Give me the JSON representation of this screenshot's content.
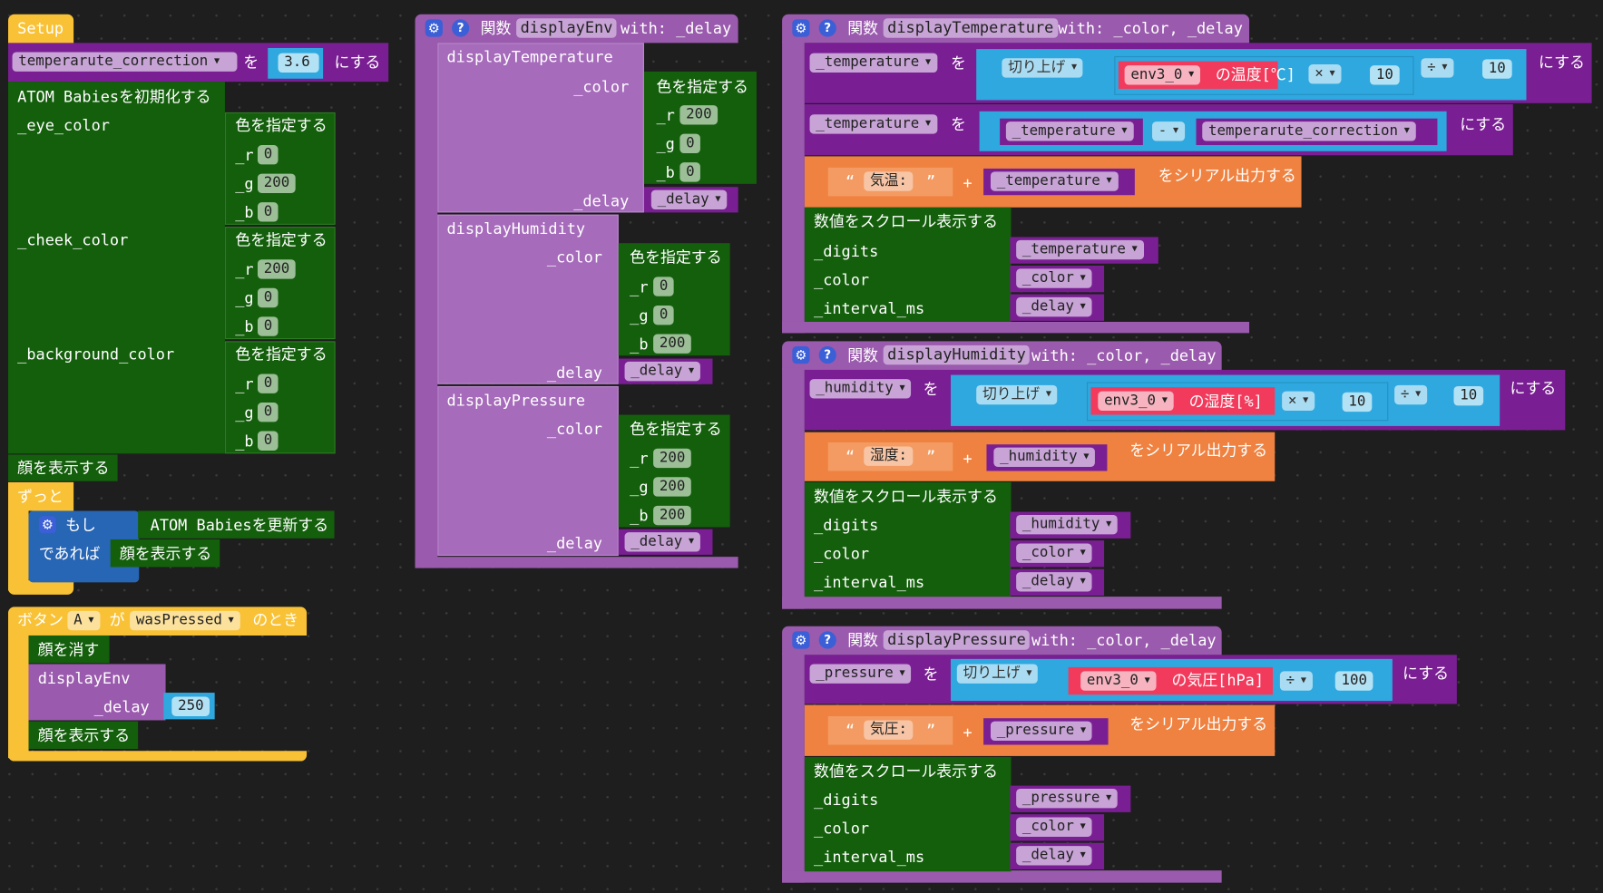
{
  "setup": {
    "hat": "Setup",
    "set_var": "temperarute_correction",
    "wo": "を",
    "value": "3.6",
    "nisuru": "にする",
    "init": "ATOM Babiesを初期化する",
    "eye": "_eye_color",
    "cheek": "_cheek_color",
    "bg": "_background_color",
    "color_label": "色を指定する",
    "r": "_r",
    "g": "_g",
    "b": "_b",
    "eye_rgb": [
      "0",
      "200",
      "0"
    ],
    "cheek_rgb": [
      "200",
      "0",
      "0"
    ],
    "bg_rgb": [
      "0",
      "0",
      "0"
    ],
    "show_face": "顔を表示する"
  },
  "loop": {
    "label": "ずっと",
    "if": "もし",
    "then": "であれば",
    "update": "ATOM Babiesを更新する",
    "show_face": "顔を表示する"
  },
  "button_event": {
    "button": "ボタン",
    "button_value": "A",
    "ga": "が",
    "event": "wasPressed",
    "when": "のとき",
    "clear": "顔を消す",
    "call": "displayEnv",
    "delay_param": "_delay",
    "delay_value": "250",
    "show": "顔を表示する"
  },
  "display_env": {
    "keyword": "関数",
    "name": "displayEnv",
    "with": "with: _delay",
    "color_param": "_color",
    "color_label": "色を指定する",
    "delay_param": "_delay",
    "delay_var": "_delay",
    "r": "_r",
    "g": "_g",
    "b": "_b",
    "calls": [
      {
        "name": "displayTemperature",
        "rgb": [
          "200",
          "0",
          "0"
        ]
      },
      {
        "name": "displayHumidity",
        "rgb": [
          "0",
          "0",
          "200"
        ]
      },
      {
        "name": "displayPressure",
        "rgb": [
          "200",
          "200",
          "200"
        ]
      }
    ]
  },
  "common": {
    "keyword": "関数",
    "with": "with: _color, _delay",
    "wo": "を",
    "nisuru": "にする",
    "round": "切り上げ",
    "sensor": "env3_0",
    "mul": "×",
    "div": "÷",
    "minus": "-",
    "plus": "+",
    "serial": "をシリアル出力する",
    "scroll": "数値をスクロール表示する",
    "digits": "_digits",
    "color": "_color",
    "interval": "_interval_ms",
    "color_var": "_color",
    "delay_var": "_delay",
    "open_q": "“",
    "close_q": "”"
  },
  "functions": [
    {
      "name": "displayTemperature",
      "var": "_temperature",
      "reading": "の温度[℃]",
      "mul_value": "10",
      "div_value": "10",
      "correction": "temperarute_correction",
      "label": "気温:"
    },
    {
      "name": "displayHumidity",
      "var": "_humidity",
      "reading": "の湿度[%]",
      "mul_value": "10",
      "div_value": "10",
      "label": "湿度:"
    },
    {
      "name": "displayPressure",
      "var": "_pressure",
      "reading": "の気圧[hPa]",
      "div_value": "100",
      "label": "気圧:"
    }
  ]
}
